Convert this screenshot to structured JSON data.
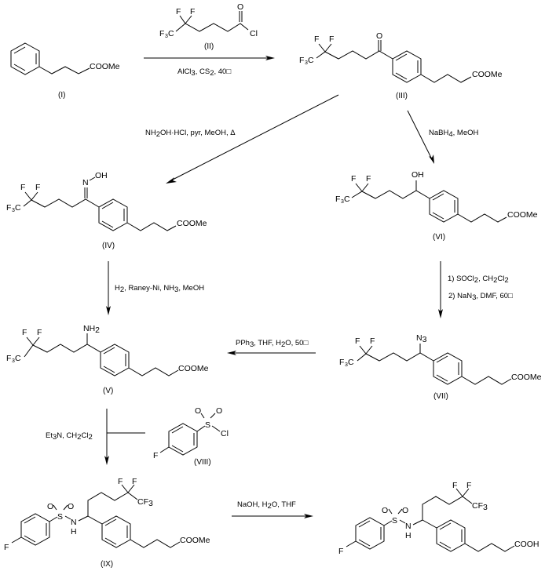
{
  "scheme": {
    "compounds": [
      {
        "id": "I",
        "label": "(I)",
        "groups": {
          "ester": "COOMe"
        }
      },
      {
        "id": "II",
        "label": "(II)",
        "groups": {
          "cf3": "F3C",
          "f1": "F",
          "f2": "F",
          "o": "O",
          "cl": "Cl"
        }
      },
      {
        "id": "III",
        "label": "(III)",
        "groups": {
          "cf3": "F3C",
          "f1": "F",
          "f2": "F",
          "o": "O",
          "ester": "COOMe"
        }
      },
      {
        "id": "IV",
        "label": "(IV)",
        "groups": {
          "cf3": "F3C",
          "f1": "F",
          "f2": "F",
          "n": "N",
          "oh": "OH",
          "ester": "COOMe"
        }
      },
      {
        "id": "VI",
        "label": "(VI)",
        "groups": {
          "cf3": "F3C",
          "f1": "F",
          "f2": "F",
          "oh": "OH",
          "ester": "COOMe"
        }
      },
      {
        "id": "V",
        "label": "(V)",
        "groups": {
          "cf3": "F3C",
          "f1": "F",
          "f2": "F",
          "nh2": "NH2",
          "ester": "COOMe"
        }
      },
      {
        "id": "VII",
        "label": "(VII)",
        "groups": {
          "cf3": "F3C",
          "f1": "F",
          "f2": "F",
          "n3": "N3",
          "ester": "COOMe"
        }
      },
      {
        "id": "VIII",
        "label": "(VIII)",
        "groups": {
          "f": "F",
          "s": "S",
          "o1": "O",
          "o2": "O",
          "cl": "Cl"
        }
      },
      {
        "id": "IX",
        "label": "(IX)",
        "groups": {
          "f": "F",
          "s": "S",
          "o1": "O",
          "o2": "O",
          "n": "N",
          "h": "H",
          "f1": "F",
          "f2": "F",
          "cf3": "CF3",
          "ester": "COOMe"
        }
      },
      {
        "id": "X",
        "label": "",
        "groups": {
          "f": "F",
          "s": "S",
          "o1": "O",
          "o2": "O",
          "n": "N",
          "h": "H",
          "f1": "F",
          "f2": "F",
          "cf3": "CF3",
          "acid": "COOH"
        }
      }
    ],
    "reactions": [
      {
        "from": "I",
        "to": "III",
        "conditions": "AlCl3, CS2, 40□",
        "reagent": "(II)"
      },
      {
        "from": "III",
        "to": "IV",
        "conditions": "NH2OH·HCl, pyr, MeOH, Δ"
      },
      {
        "from": "III",
        "to": "VI",
        "conditions": "NaBH4, MeOH"
      },
      {
        "from": "IV",
        "to": "V",
        "conditions": "H2, Raney-Ni, NH3, MeOH"
      },
      {
        "from": "VI",
        "to": "VII",
        "conditions_step1": "1) SOCl2, CH2Cl2",
        "conditions_step2": "2) NaN3, DMF, 60□"
      },
      {
        "from": "VII",
        "to": "V",
        "conditions": "PPh3, THF, H2O, 50□"
      },
      {
        "from": "V",
        "to": "IX",
        "conditions": "Et3N, CH2Cl2",
        "reagent": "(VIII)"
      },
      {
        "from": "IX",
        "to": "X",
        "conditions": "NaOH, H2O, THF"
      }
    ],
    "text": {
      "r1_a": "AlCl",
      "r1_b": "3",
      "r1_c": ", CS",
      "r1_d": "2",
      "r1_e": ", 40□",
      "r2_a": "NH",
      "r2_b": "2",
      "r2_c": "OH·HCl, pyr, MeOH, Δ",
      "r3_a": "NaBH",
      "r3_b": "4",
      "r3_c": ", MeOH",
      "r4_a": "H",
      "r4_b": "2",
      "r4_c": ", Raney-Ni, NH",
      "r4_d": "3",
      "r4_e": ", MeOH",
      "r5_a": "1) SOCl",
      "r5_b": "2",
      "r5_c": ", CH",
      "r5_d": "2",
      "r5_e": "Cl",
      "r5_f": "2",
      "r6_a": "2) NaN",
      "r6_b": "3",
      "r6_c": ", DMF, 60□",
      "r7_a": "PPh",
      "r7_b": "3",
      "r7_c": ", THF, H",
      "r7_d": "2",
      "r7_e": "O, 50□",
      "r8_a": "Et",
      "r8_b": "3",
      "r8_c": "N, CH",
      "r8_d": "2",
      "r8_e": "Cl",
      "r8_f": "2",
      "r9_a": "NaOH, H",
      "r9_b": "2",
      "r9_c": "O, THF",
      "F": "F",
      "F3": "F",
      "sub3": "3",
      "sub2": "2",
      "C": "C",
      "O": "O",
      "Cl": "Cl",
      "COOMe": "COOMe",
      "COOH": "COOH",
      "N": "N",
      "OH": "OH",
      "NH": "NH",
      "H": "H",
      "S": "S"
    }
  }
}
